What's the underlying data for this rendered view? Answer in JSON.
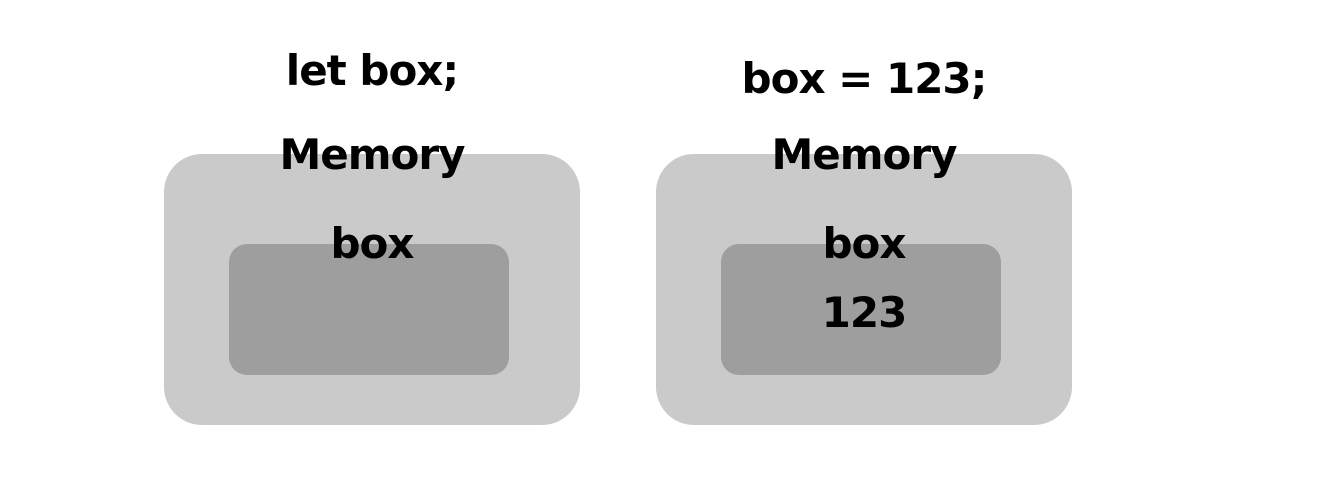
{
  "panels": [
    {
      "code": "let box;",
      "memory_label": "Memory",
      "variable_label": "box",
      "variable_value": ""
    },
    {
      "code": "box = 123;",
      "memory_label": "Memory",
      "variable_label": "box",
      "variable_value": "123"
    }
  ],
  "colors": {
    "background": "#ffffff",
    "memory_fill": "#cacaca",
    "variable_fill": "#9e9e9e",
    "text": "#000000"
  }
}
